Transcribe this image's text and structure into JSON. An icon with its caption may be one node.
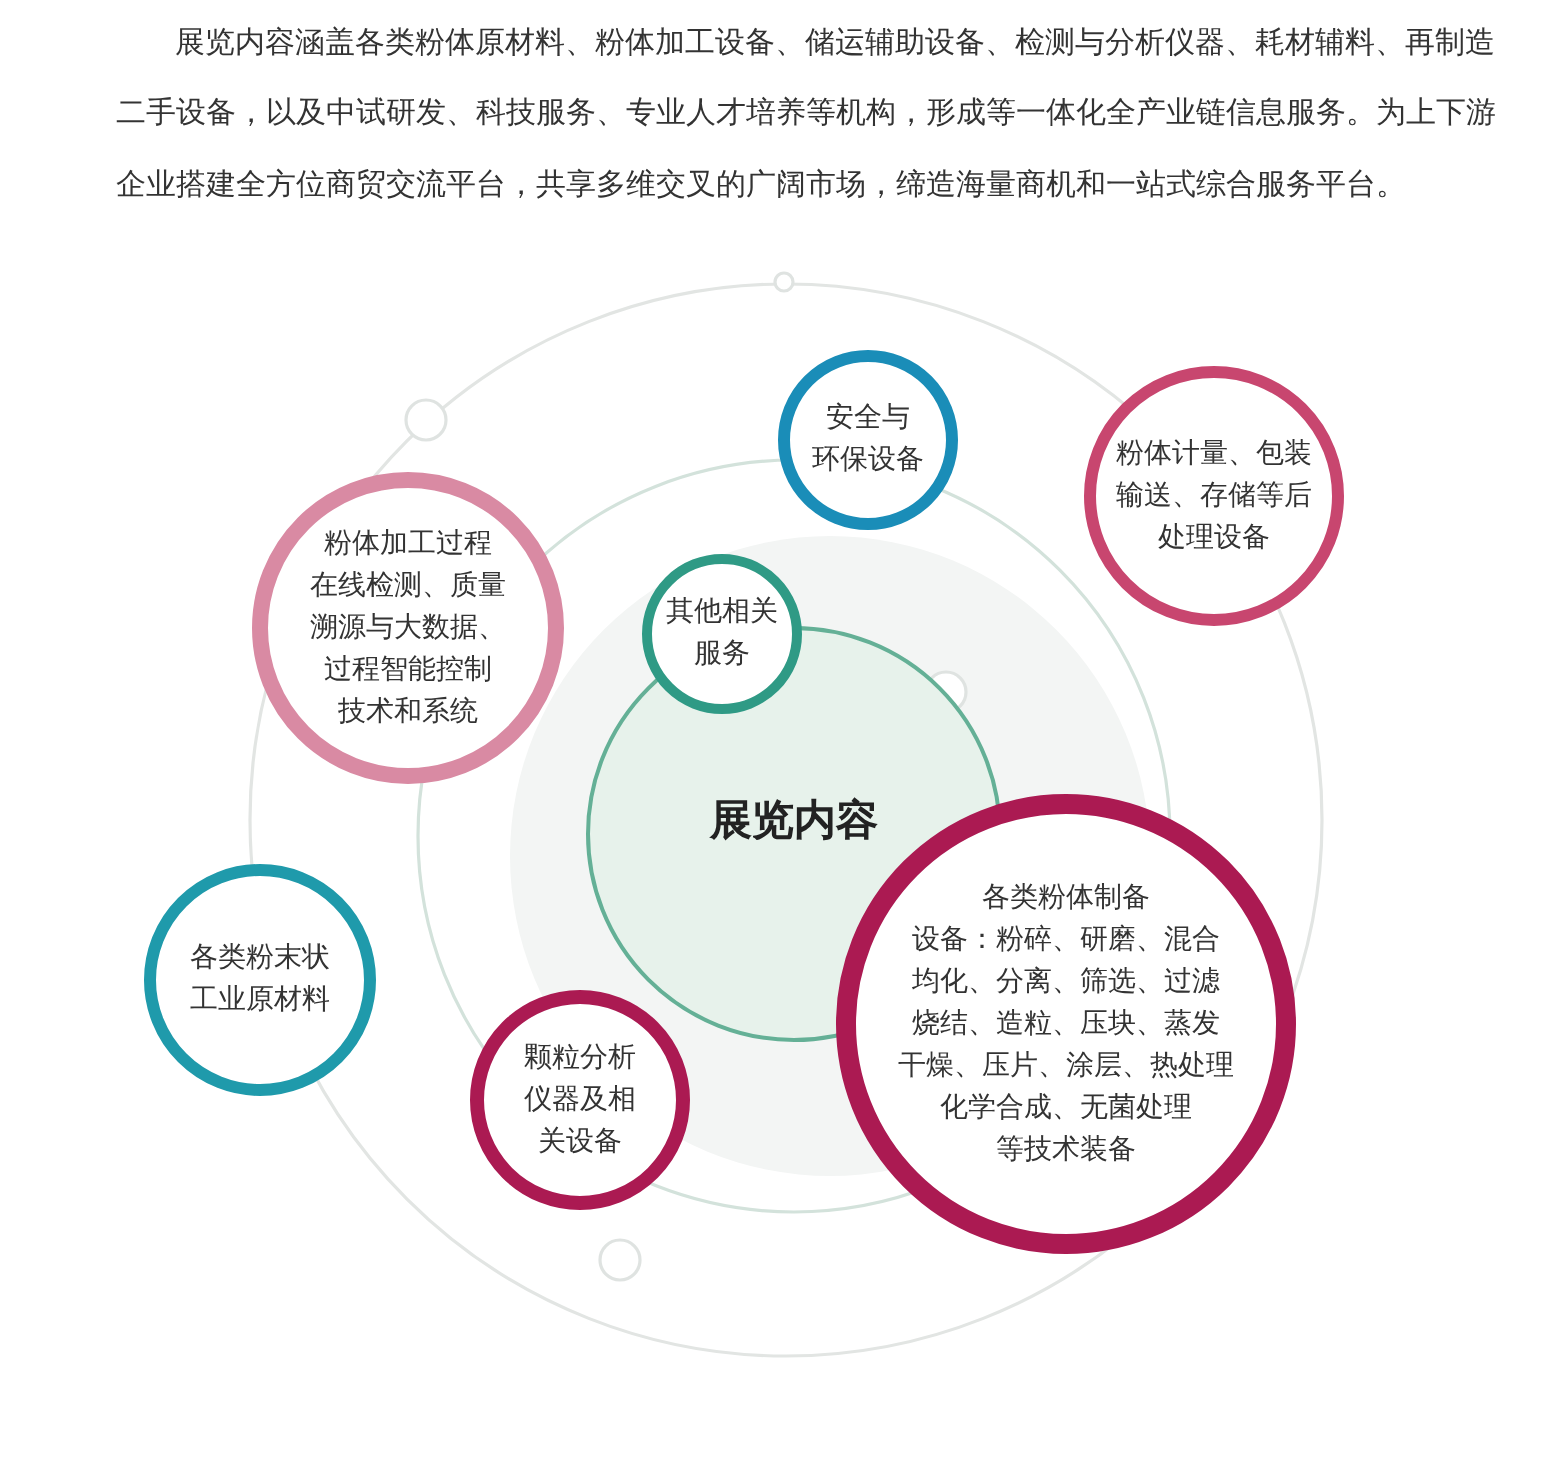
{
  "diagram": {
    "nodes": [
      {
        "text": [
          "安全与环保设备"
        ]
      },
      {
        "text": [
          "粉体计量、包装输送、存储等后处理设备"
        ]
      },
      {
        "text": [
          "粉体加工过程在线检测、质量溯源与大数据、过程智能控制技术和系统"
        ]
      },
      {
        "text": [
          "其他相关服务"
        ]
      },
      {
        "text": [
          "展览内容"
        ]
      },
      {
        "text": [
          "各类粉末状工业原材料"
        ]
      },
      {
        "text": [
          "各类粉体制备设备：粉碎、研磨、混合均化、分离、筛选、过滤烧结、造粒、压块、蒸发干燥、压片、涂层、热处理化学合成、无菌处理等技术装备"
        ]
      },
      {
        "text": [
          "颗粒分析仪器及相关设备"
        ]
      }
    ],
    "labels": [
      "展览内容涵盖各类粉体原材料、粉体加工设备、储运辅助设备、检测与分析仪器、耗材辅料、再制造二手设备，以及中试研发、科技服务、专业人才培养等机构，形成等一体化全产业链信息服务。为上下游企业搭建全方位商贸交流平台，共享多维交叉的广阔市场，缔造海量商机和一站式综合服务平台。"
    ]
  }
}
